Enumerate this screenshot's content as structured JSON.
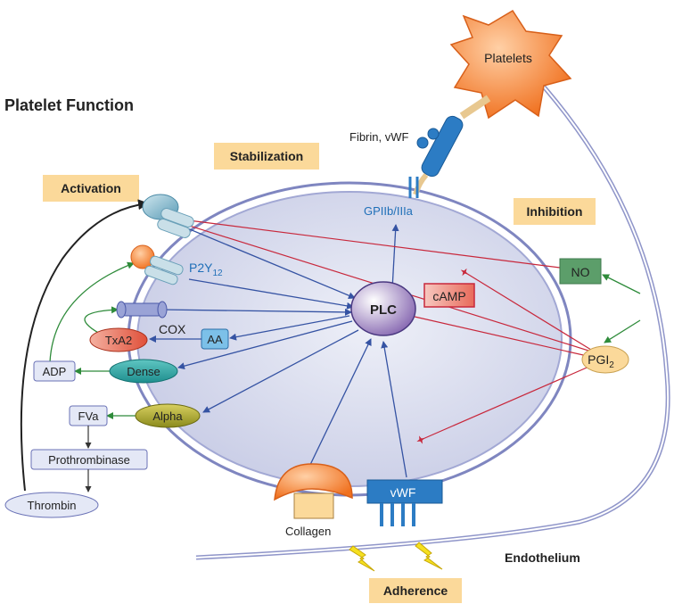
{
  "title": "Platelet Function",
  "sections": {
    "activation": "Activation",
    "stabilization": "Stabilization",
    "inhibition": "Inhibition",
    "adherence": "Adherence"
  },
  "labels": {
    "platelets": "Platelets",
    "fibrin_vwf": "Fibrin, vWF",
    "gp2b3a": "GPIIb/IIIa",
    "p2y": "P2Y",
    "p2y_sub": "12",
    "plc": "PLC",
    "camp": "cAMP",
    "no": "NO",
    "pgi": "PGI",
    "pgi_sub": "2",
    "cox": "COX",
    "aa": "AA",
    "txa2": "TxA2",
    "dense": "Dense",
    "adp": "ADP",
    "alpha": "Alpha",
    "fva": "FVa",
    "prothrombinase": "Prothrombinase",
    "thrombin": "Thrombin",
    "vwf": "vWF",
    "collagen": "Collagen",
    "endothelium": "Endothelium"
  },
  "colors": {
    "section_bg": "#fbd99a",
    "cell_fill": "#dcdff0",
    "cell_stroke": "#8f95c9",
    "blue_arrow": "#3553a3",
    "red_arrow": "#c8283c",
    "green_arrow": "#2e8b3a",
    "box_fill": "#e4e8f6",
    "platelet_orange": "#f07f2a",
    "vwf_blue": "#2c7cc4",
    "label_blue": "#1f6fb8"
  }
}
